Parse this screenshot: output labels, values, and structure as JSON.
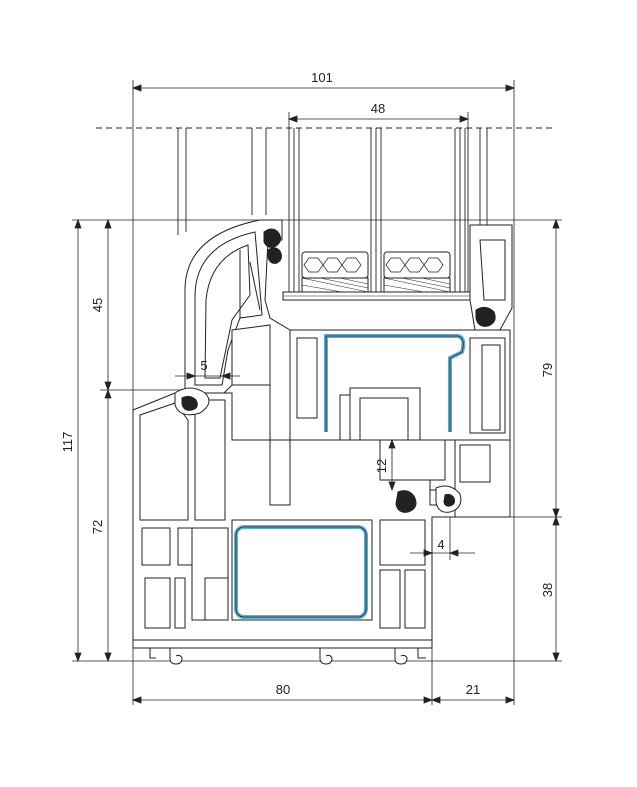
{
  "colors": {
    "line": "#222222",
    "fill": "#ffffff",
    "reinforcement": "#5aaed1",
    "gasket": "#1e1e1e"
  },
  "dimensions": {
    "total_width": "101",
    "glass_width": "48",
    "total_height": "117",
    "upper_height": "45",
    "lower_height": "72",
    "sash_height": "79",
    "frame_height": "38",
    "frame_width": "80",
    "overlap_width": "21",
    "gap": "5",
    "step": "12",
    "rebate": "4"
  }
}
